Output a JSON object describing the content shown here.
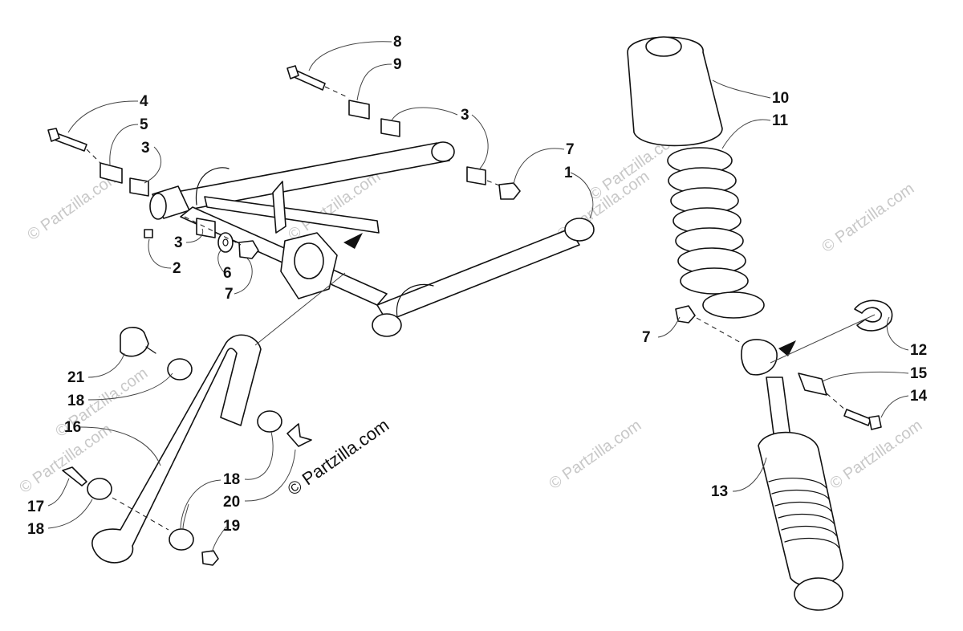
{
  "callouts": [
    {
      "id": "c8",
      "label": "8"
    },
    {
      "id": "c9",
      "label": "9"
    },
    {
      "id": "c3a",
      "label": "3"
    },
    {
      "id": "c4",
      "label": "4"
    },
    {
      "id": "c5",
      "label": "5"
    },
    {
      "id": "c3b",
      "label": "3"
    },
    {
      "id": "c7a",
      "label": "7"
    },
    {
      "id": "c1",
      "label": "1"
    },
    {
      "id": "c3c",
      "label": "3"
    },
    {
      "id": "c2",
      "label": "2"
    },
    {
      "id": "c6",
      "label": "6"
    },
    {
      "id": "c7b",
      "label": "7"
    },
    {
      "id": "c10",
      "label": "10"
    },
    {
      "id": "c11",
      "label": "11"
    },
    {
      "id": "c7c",
      "label": "7"
    },
    {
      "id": "c12",
      "label": "12"
    },
    {
      "id": "c15",
      "label": "15"
    },
    {
      "id": "c14",
      "label": "14"
    },
    {
      "id": "c13",
      "label": "13"
    },
    {
      "id": "c21",
      "label": "21"
    },
    {
      "id": "c18a",
      "label": "18"
    },
    {
      "id": "c16",
      "label": "16"
    },
    {
      "id": "c18b",
      "label": "18"
    },
    {
      "id": "c20",
      "label": "20"
    },
    {
      "id": "c17",
      "label": "17"
    },
    {
      "id": "c18c",
      "label": "18"
    },
    {
      "id": "c19",
      "label": "19"
    }
  ],
  "watermark": {
    "text": "© Partzilla.com",
    "prominent": "© Partzilla.com"
  },
  "colors": {
    "ink": "#111111",
    "watermark": "#c8c8c8",
    "background": "#ffffff"
  }
}
